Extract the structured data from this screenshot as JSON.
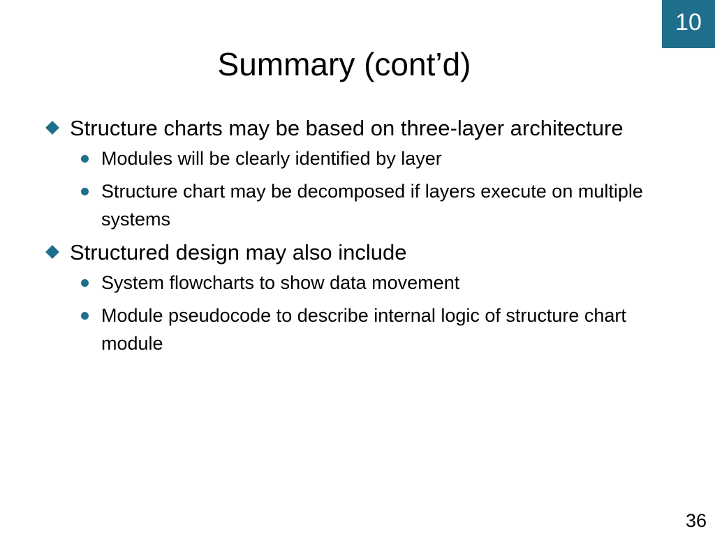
{
  "slide": {
    "chapter": "10",
    "title": "Summary (cont’d)",
    "page_number": "36"
  },
  "bullets": [
    {
      "text": "Structure charts may be based on three-layer architecture",
      "sub": [
        "Modules will be clearly identified by layer",
        "Structure chart may be decomposed if layers execute on multiple systems"
      ]
    },
    {
      "text": "Structured design may also include",
      "sub": [
        "System flowcharts to show data movement",
        "Module pseudocode to describe internal logic of structure chart module"
      ]
    }
  ],
  "colors": {
    "accent": "#1f6e8c",
    "text": "#000000",
    "background": "#ffffff"
  },
  "icons": {
    "level1_bullet": "diamond-bullet-icon",
    "level2_bullet": "dot-bullet-icon"
  }
}
